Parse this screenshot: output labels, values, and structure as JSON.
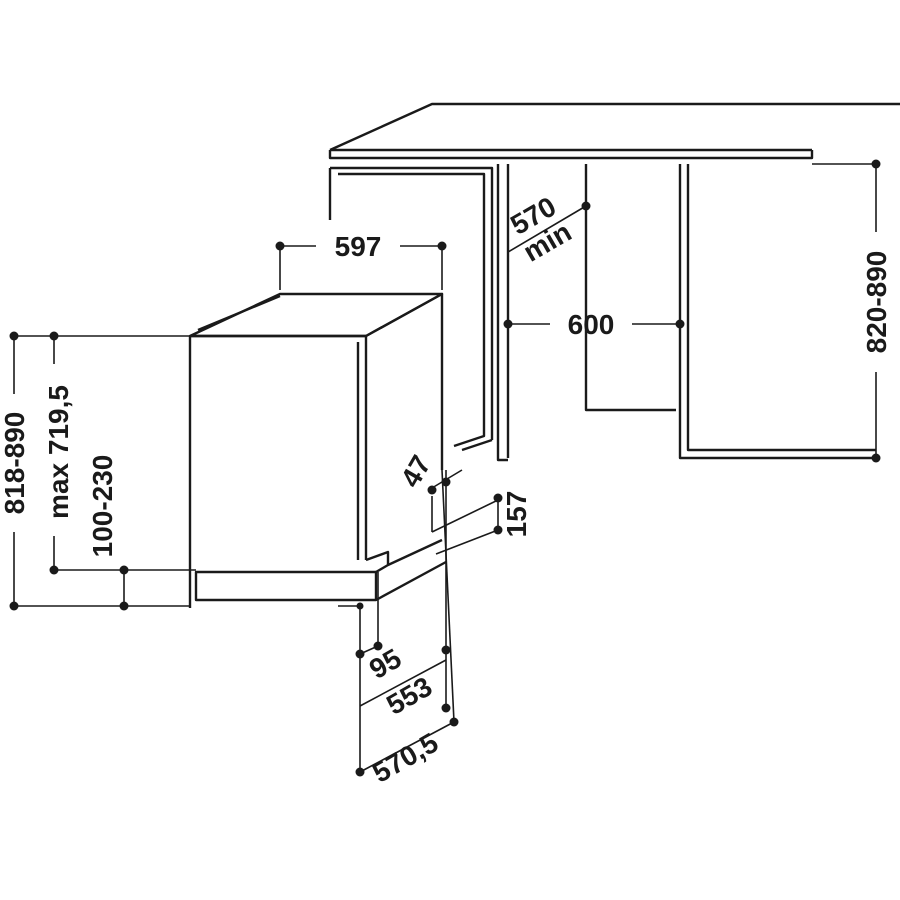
{
  "dimensions": {
    "d597": "597",
    "d570": "570",
    "d570_min": "min",
    "d600": "600",
    "d820_890": "820-890",
    "d818_890": "818-890",
    "d_max_719_5": "max 719,5",
    "d100_230": "100-230",
    "d47": "47",
    "d157": "157",
    "d95": "95",
    "d553": "553",
    "d570_5": "570,5"
  }
}
